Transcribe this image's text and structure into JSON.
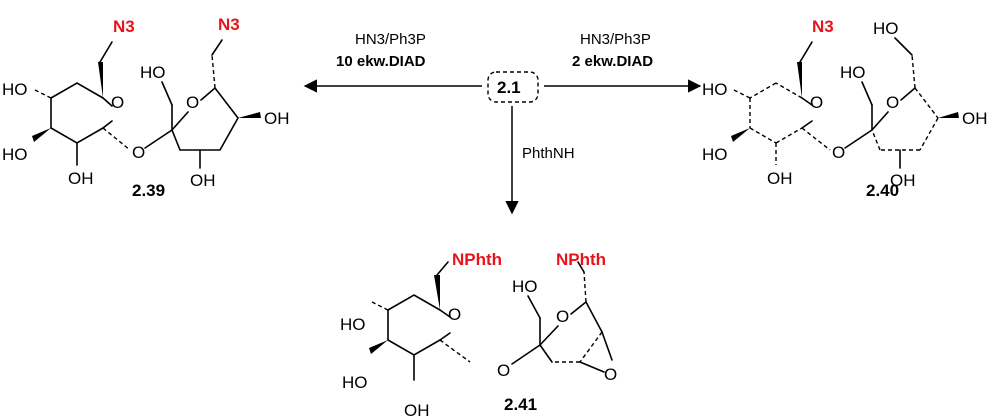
{
  "center_compound": {
    "label": "2.1"
  },
  "left_reaction": {
    "reagent": "HN3/Ph3P",
    "conditions": "10 ekw.DIAD"
  },
  "right_reaction": {
    "reagent": "HN3/Ph3P",
    "conditions": "2 ekw.DIAD"
  },
  "down_reaction": {
    "reagent": "PhthNH"
  },
  "products": [
    {
      "label": "2.39",
      "substituent": "N3"
    },
    {
      "label": "2.40",
      "substituent": "N3"
    },
    {
      "label": "2.41",
      "substituent": "NPhth"
    }
  ],
  "atom_labels": {
    "HO": "HO",
    "OH": "OH",
    "O": "O",
    "N3": "N3",
    "NPhth": "NPhth"
  },
  "colors": {
    "highlight": "#e8141c",
    "ink": "#000000"
  }
}
